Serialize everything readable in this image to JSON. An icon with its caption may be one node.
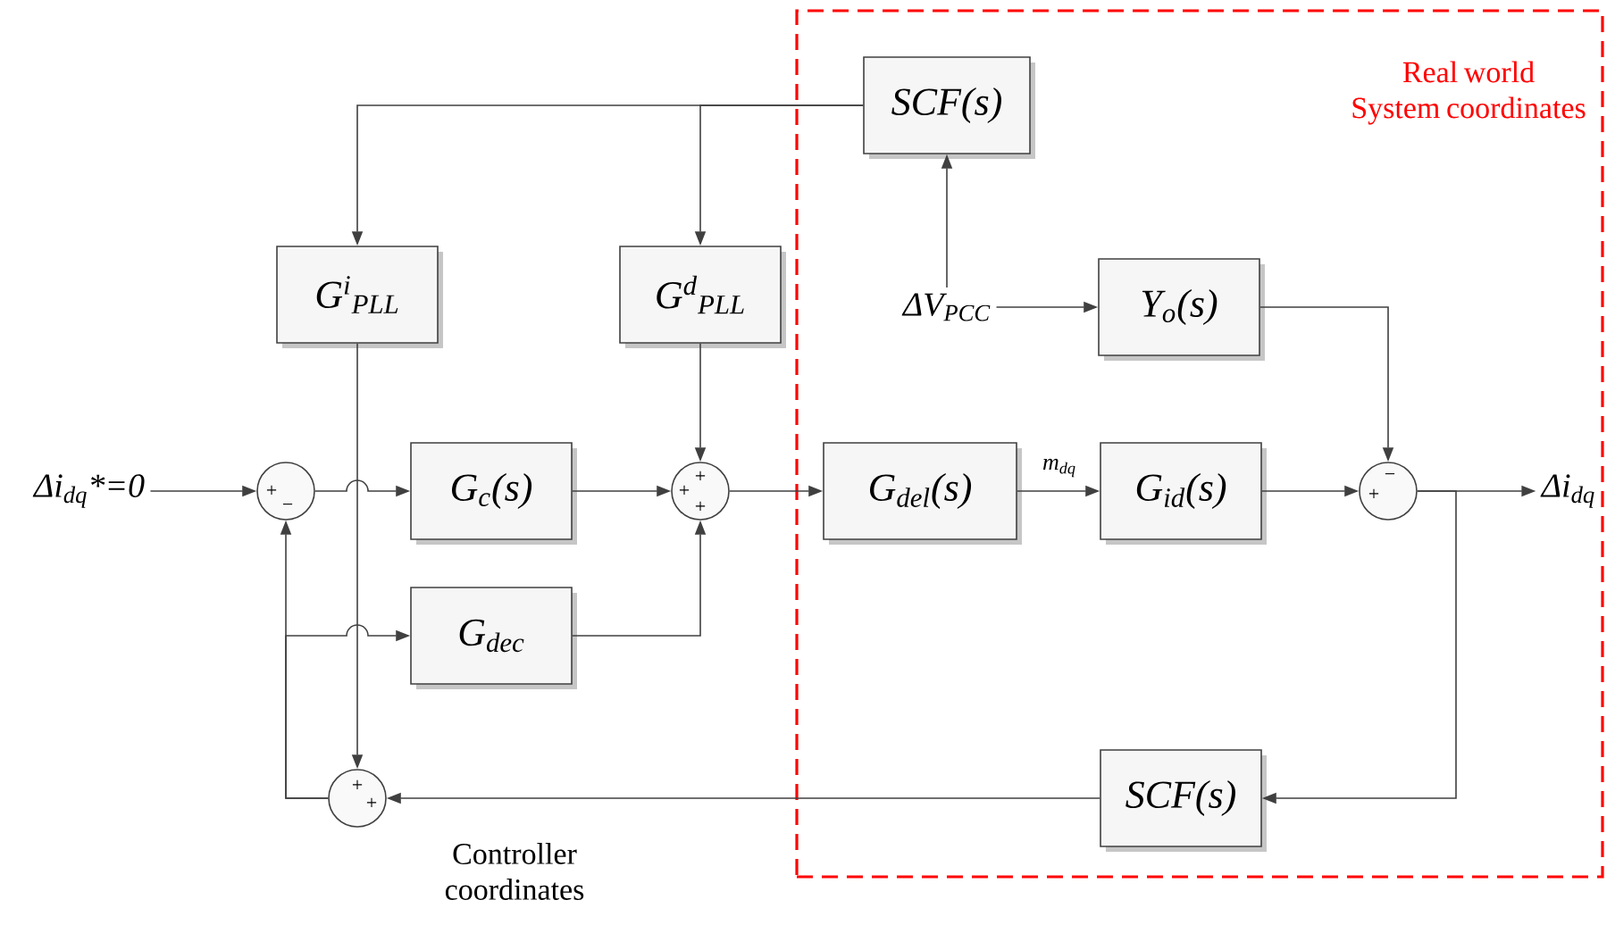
{
  "diagram": {
    "nodes": [
      {
        "text": [
          "Real world System coordinates"
        ]
      },
      {
        "text": [
          "Δi$_{dq}$*=0"
        ]
      },
      {
        "text": [
          "+",
          "−"
        ]
      },
      {
        "text": [
          "G$_{c}$(s)"
        ]
      },
      {
        "text": [
          "+",
          "+",
          "+"
        ]
      },
      {
        "text": [
          "G$_{del}$(s)"
        ],
        "in": 0
      },
      {
        "text": [
          "G$_{id}$(s)"
        ],
        "in": 0
      },
      {
        "text": [
          "−",
          "+"
        ],
        "in": 0
      },
      {
        "text": [
          "Δi$_{dq}$"
        ],
        "in": 0
      },
      {
        "text": [
          "SCF(s)"
        ],
        "in": 0
      },
      {
        "text": [
          "ΔV$_{PCC}$"
        ],
        "in": 0
      },
      {
        "text": [
          "Y$_{o}$(s)"
        ],
        "in": 0
      },
      {
        "text": [
          "G$^{i}$$_{PLL}$"
        ]
      },
      {
        "text": [
          "G$^{d}$$_{PLL}$"
        ]
      },
      {
        "text": [
          "G$_{dec}$"
        ]
      },
      {
        "text": [
          "+",
          "+"
        ]
      },
      {
        "text": [
          "SCF(s)"
        ],
        "in": 0
      }
    ],
    "edges": [
      {
        "from": 1,
        "to": 2,
        "arrow": "to"
      },
      {
        "from": 2,
        "to": 3,
        "arrow": "to"
      },
      {
        "from": 3,
        "to": 4,
        "arrow": "to"
      },
      {
        "from": 4,
        "to": 5,
        "arrow": "to"
      },
      {
        "from": 5,
        "to": 6,
        "label": "m$_{dq}$",
        "arrow": "to"
      },
      {
        "from": 6,
        "to": 7,
        "arrow": "to"
      },
      {
        "from": 7,
        "to": 8,
        "arrow": "to"
      },
      {
        "from": 10,
        "to": 9,
        "arrow": "to"
      },
      {
        "from": 10,
        "to": 11,
        "arrow": "to"
      },
      {
        "from": 11,
        "to": 7,
        "arrow": "to"
      },
      {
        "from": 9,
        "to": 12,
        "arrow": "to"
      },
      {
        "from": 9,
        "to": 13,
        "arrow": "to"
      },
      {
        "from": 12,
        "to": 15,
        "arrow": "to"
      },
      {
        "from": 13,
        "to": 4,
        "arrow": "to"
      },
      {
        "from": 7,
        "to": 16,
        "arrow": "to"
      },
      {
        "from": 16,
        "to": 15,
        "arrow": "to"
      },
      {
        "from": 15,
        "to": 2,
        "arrow": "to"
      },
      {
        "from": 15,
        "to": 14,
        "arrow": "to"
      },
      {
        "from": 14,
        "to": 4,
        "arrow": "to"
      }
    ],
    "labels": [
      "Controller coordinates"
    ]
  }
}
